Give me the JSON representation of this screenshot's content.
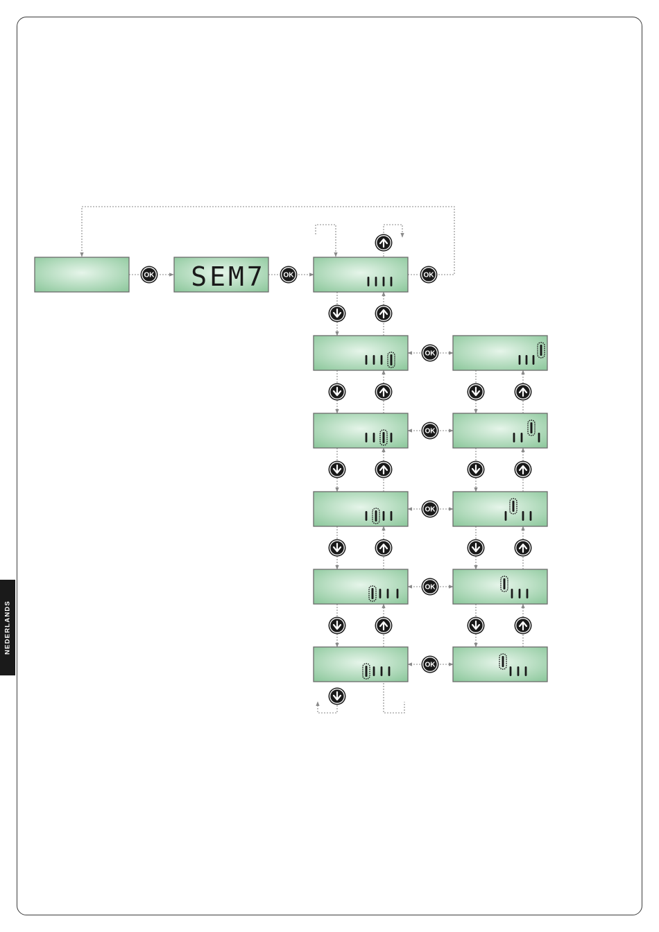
{
  "side_tab": {
    "label": "NEDERLANDS"
  },
  "ok_button": {
    "label": "OK"
  },
  "colors": {
    "display_center": "#e6f5ea",
    "display_edge": "#8fc99e",
    "display_border": "#6b6b6b",
    "segment": "#1a1a1a",
    "arrow_line": "#8a8a8a",
    "button_fill": "#1a1a1a",
    "button_ring": "#ffffff"
  },
  "icons": {
    "ok": "ok-button-icon",
    "down": "arrow-down-button-icon",
    "up": "arrow-up-button-icon",
    "blinking_digit": "blinking-digit-icon"
  },
  "displays": {
    "blank": "",
    "mode": "SEM7",
    "start_value": "1111"
  }
}
